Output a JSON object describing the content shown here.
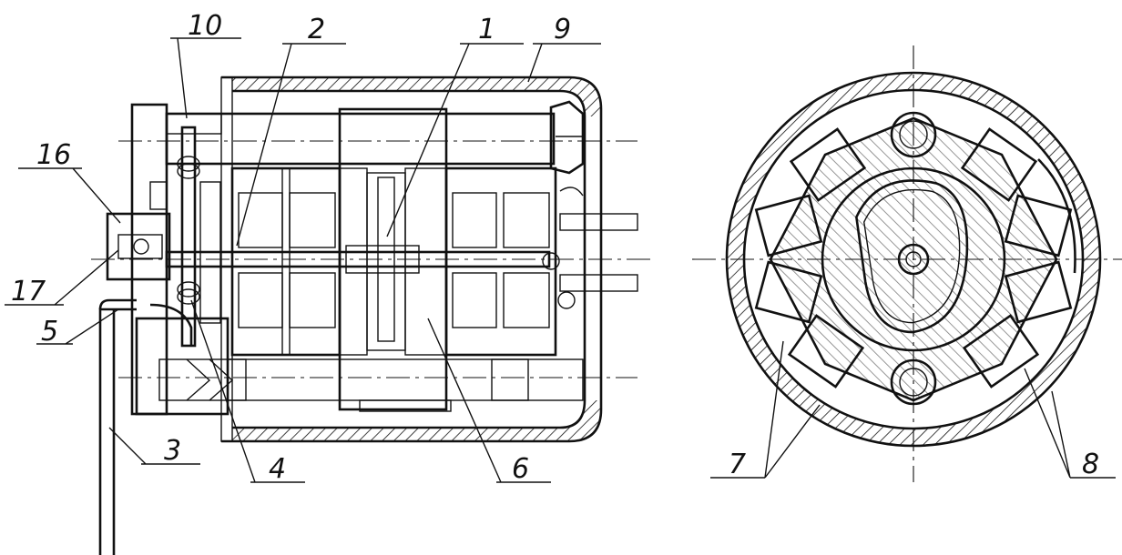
{
  "labels": {
    "l1": "1",
    "l2": "2",
    "l3": "3",
    "l4": "4",
    "l5": "5",
    "l6": "6",
    "l7": "7",
    "l8": "8",
    "l9": "9",
    "l10": "10",
    "l16": "16",
    "l17": "17"
  },
  "colors": {
    "ink": "#111111",
    "paper": "#ffffff"
  }
}
